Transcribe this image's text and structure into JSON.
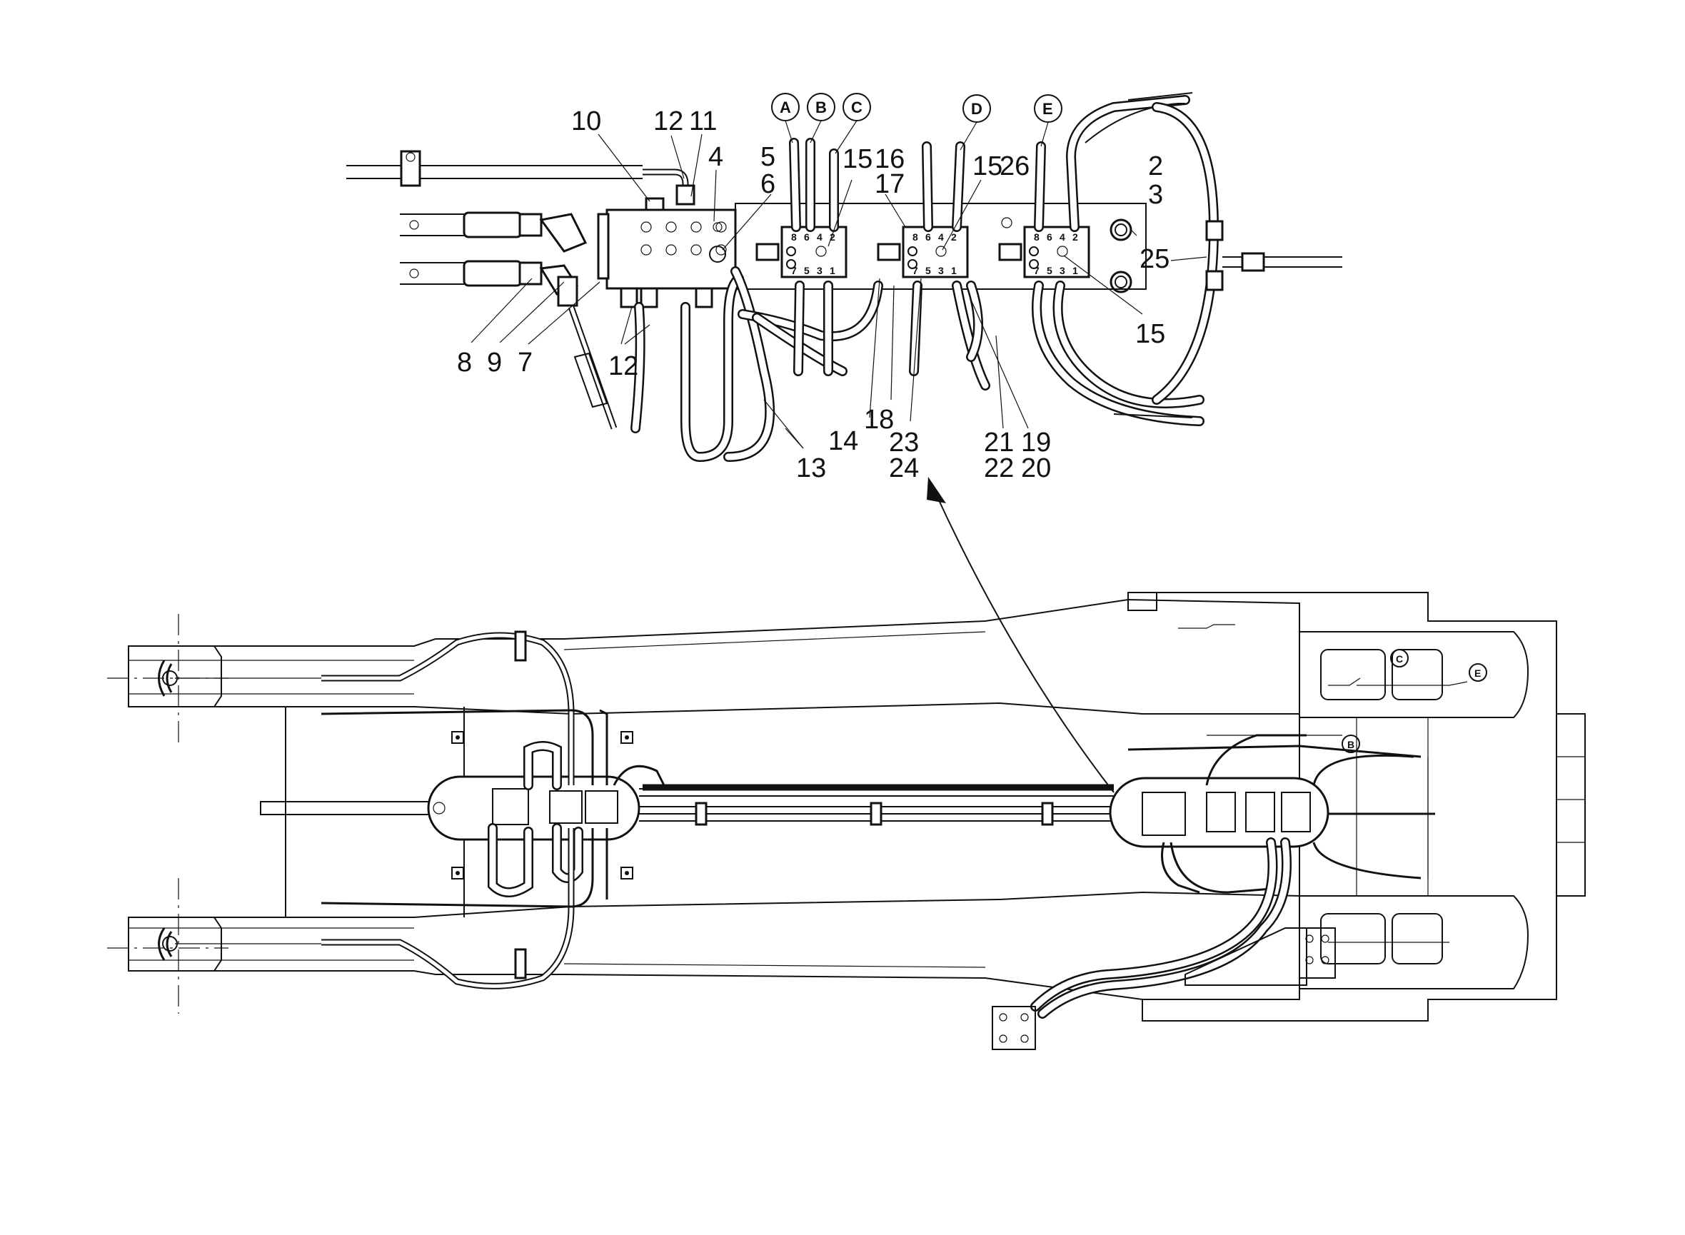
{
  "diagram": {
    "callouts": {
      "n10": "10",
      "n12a": "12",
      "n11": "11",
      "n4": "4",
      "n5": "5",
      "n6": "6",
      "n15a": "15",
      "n16": "16",
      "n17": "17",
      "n15b": "15",
      "n26": "26",
      "n2": "2",
      "n3": "3",
      "n25": "25",
      "n15c": "15",
      "n8": "8",
      "n9": "9",
      "n7": "7",
      "n12b": "12",
      "n13": "13",
      "n14": "14",
      "n18": "18",
      "n23": "23",
      "n24": "24",
      "n21": "21",
      "n22": "22",
      "n19": "19",
      "n20": "20"
    },
    "circled_letters": {
      "A": "A",
      "B": "B",
      "C": "C",
      "D": "D",
      "E": "E"
    },
    "port_marks": {
      "b1": [
        "8",
        "6",
        "4",
        "2"
      ],
      "b2": [
        "8",
        "6",
        "4",
        "2"
      ],
      "b3": [
        "8",
        "6",
        "4",
        "2"
      ],
      "b1_low": [
        "7",
        "5",
        "3",
        "1"
      ],
      "b2_low": [
        "7",
        "5",
        "3",
        "1"
      ],
      "b3_low": [
        "7",
        "5",
        "3",
        "1"
      ]
    },
    "lower_letters": {
      "C": "C",
      "E": "E",
      "B": "B"
    }
  }
}
